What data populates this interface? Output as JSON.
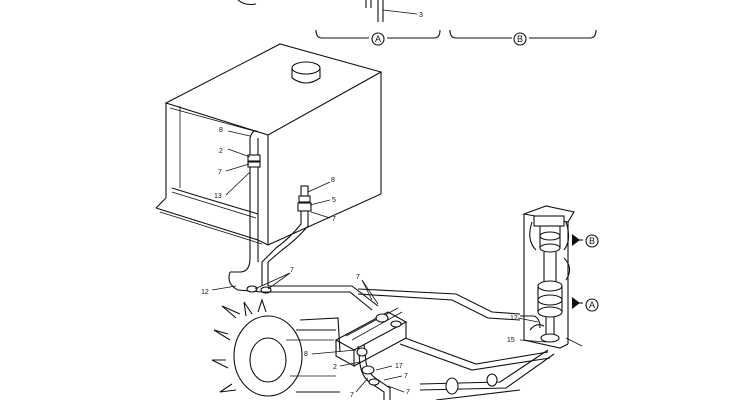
{
  "diagram": {
    "section_markers": [
      "A",
      "B"
    ],
    "callouts": [
      "3",
      "8",
      "2",
      "7",
      "13",
      "8",
      "5",
      "7",
      "7",
      "12",
      "7",
      "8",
      "2",
      "17",
      "7",
      "7",
      "7",
      "12",
      "15"
    ],
    "arrow_markers": [
      "B",
      "A"
    ]
  }
}
